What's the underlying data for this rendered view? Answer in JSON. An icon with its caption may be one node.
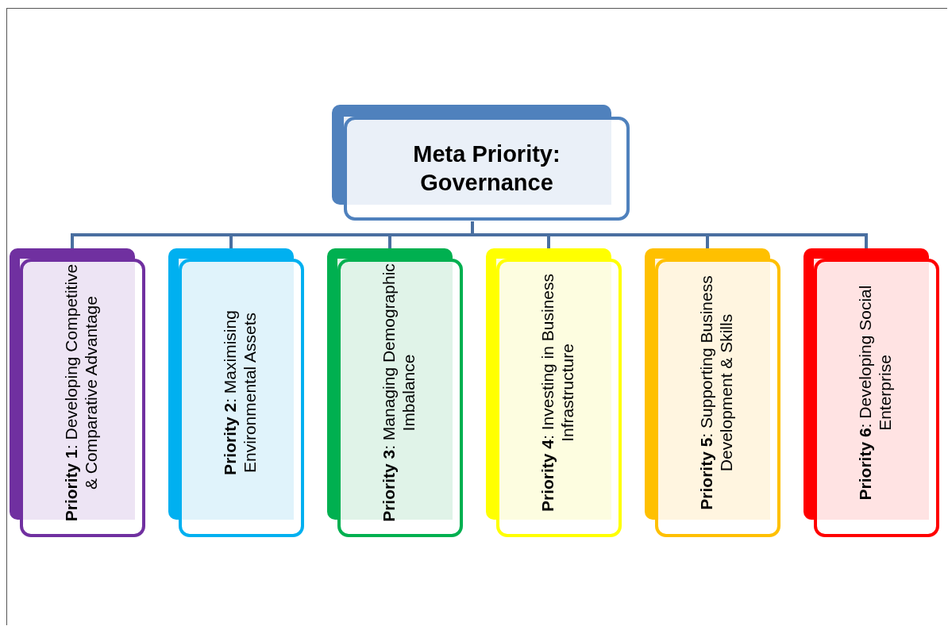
{
  "diagram": {
    "nodes": [
      {
        "text": [
          "Meta Priority: Governance"
        ]
      },
      {
        "text": [
          "**Priority 1**: Developing Competitive & Comparative Advantage"
        ]
      },
      {
        "text": [
          "**Priority 2**: Maximising Environmental Assets"
        ]
      },
      {
        "text": [
          "**Priority 3**: Managing Demographic Imbalance"
        ]
      },
      {
        "text": [
          "**Priority 4**: Investing in Business Infrastructure"
        ]
      },
      {
        "text": [
          "**Priority 5**: Supporting Business Development & Skills"
        ]
      },
      {
        "text": [
          "**Priority 6**: Developing Social Enterprise"
        ]
      }
    ],
    "edges": [
      {
        "from": 0,
        "to": 1,
        "arrow": "none"
      },
      {
        "from": 0,
        "to": 2,
        "arrow": "none"
      },
      {
        "from": 0,
        "to": 3,
        "arrow": "none"
      },
      {
        "from": 0,
        "to": 4,
        "arrow": "none"
      },
      {
        "from": 0,
        "to": 5,
        "arrow": "none"
      },
      {
        "from": 0,
        "to": 6,
        "arrow": "none"
      }
    ]
  }
}
